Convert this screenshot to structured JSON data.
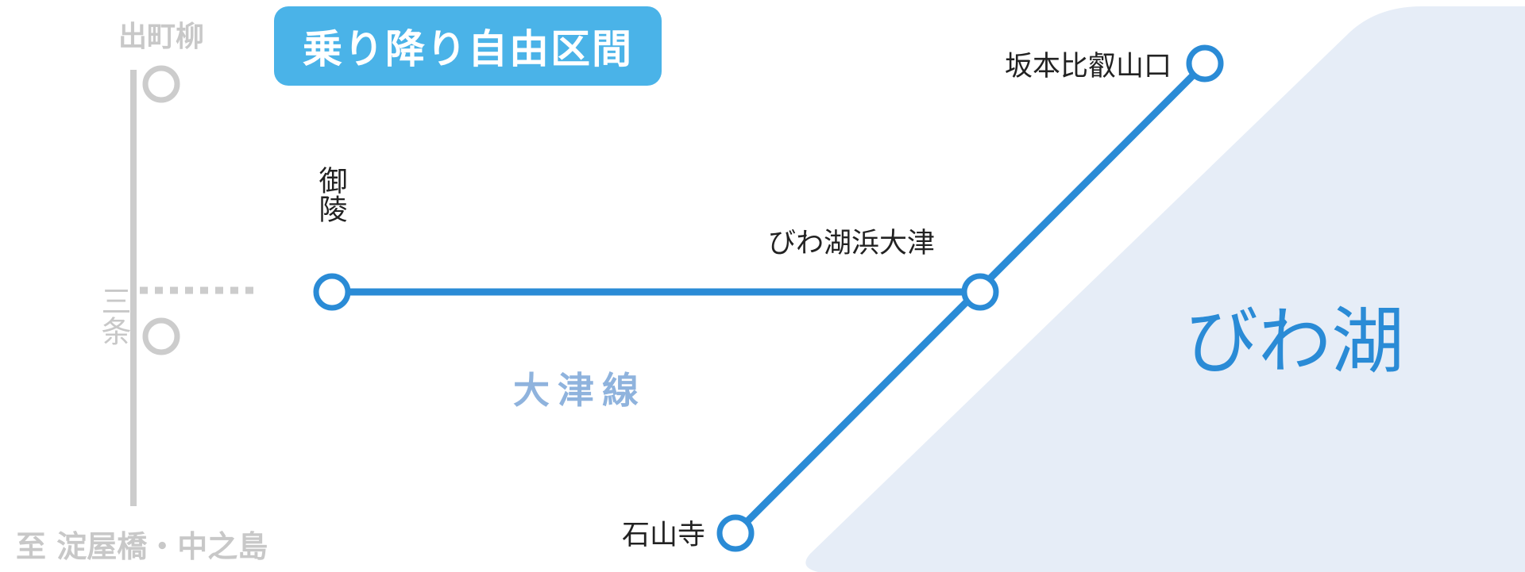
{
  "badge": {
    "label": "乗り降り自由区間"
  },
  "lake": {
    "label": "びわ湖"
  },
  "line_name": "大津線",
  "stations": {
    "demachiyanagi": "出町柳",
    "sanjo": "三条",
    "misasagi": "御陵",
    "biwako_hamaotsu": "びわ湖浜大津",
    "sakamoto": "坂本比叡山口",
    "ishiyamadera": "石山寺"
  },
  "direction": "至 淀屋橋・中之島",
  "colors": {
    "line": "#2a8bd6",
    "gray": "#cccccc",
    "badge": "#4ab3e8",
    "lake": "#e6edf7",
    "line_name": "#8fb3dd"
  }
}
